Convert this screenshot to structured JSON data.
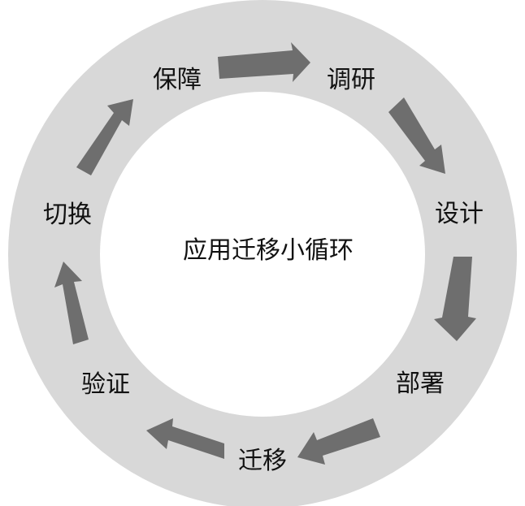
{
  "center_title": "应用迁移小循环",
  "steps": [
    {
      "label": "保障"
    },
    {
      "label": "调研"
    },
    {
      "label": "设计"
    },
    {
      "label": "部署"
    },
    {
      "label": "迁移"
    },
    {
      "label": "验证"
    },
    {
      "label": "切换"
    }
  ],
  "colors": {
    "ring": "#d8d8d8",
    "arrow": "#6e6e6e",
    "inner": "#ffffff",
    "text": "#111111"
  }
}
